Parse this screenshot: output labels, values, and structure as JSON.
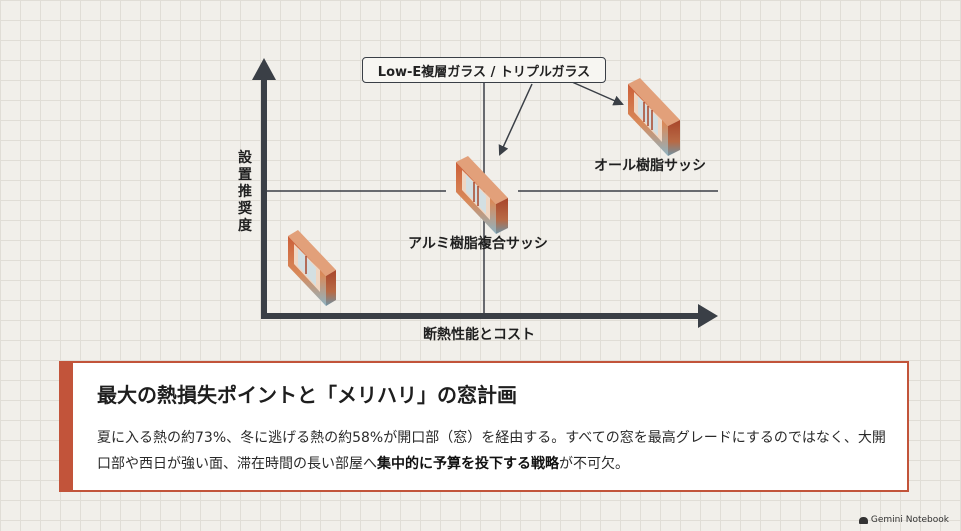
{
  "diagram": {
    "callout": "Low-E複層ガラス / トリプルガラス",
    "y_axis_label": "設置推奨度",
    "x_axis_label": "断熱性能とコスト",
    "windows": [
      {
        "id": "aluminum",
        "label": ""
      },
      {
        "id": "hybrid",
        "label": "アルミ樹脂複合サッシ"
      },
      {
        "id": "resin",
        "label": "オール樹脂サッシ"
      }
    ]
  },
  "card": {
    "title": "最大の熱損失ポイントと「メリハリ」の窓計画",
    "body_part1": "夏に入る熱の約73%、冬に逃げる熱の約58%が開口部（窓）を経由する。すべての窓を最高グレードにするのではなく、大開口部や西日が強い面、滞在時間の長い部屋へ",
    "body_bold1": "集中的に予算を投下する戦略",
    "body_part2": "が不可欠。"
  },
  "watermark": "Gemini Notebook",
  "colors": {
    "accent": "#c2543a",
    "axis": "#3a3f46",
    "frame_top": "#c95b36",
    "frame_bottom": "#7ea3b4"
  }
}
